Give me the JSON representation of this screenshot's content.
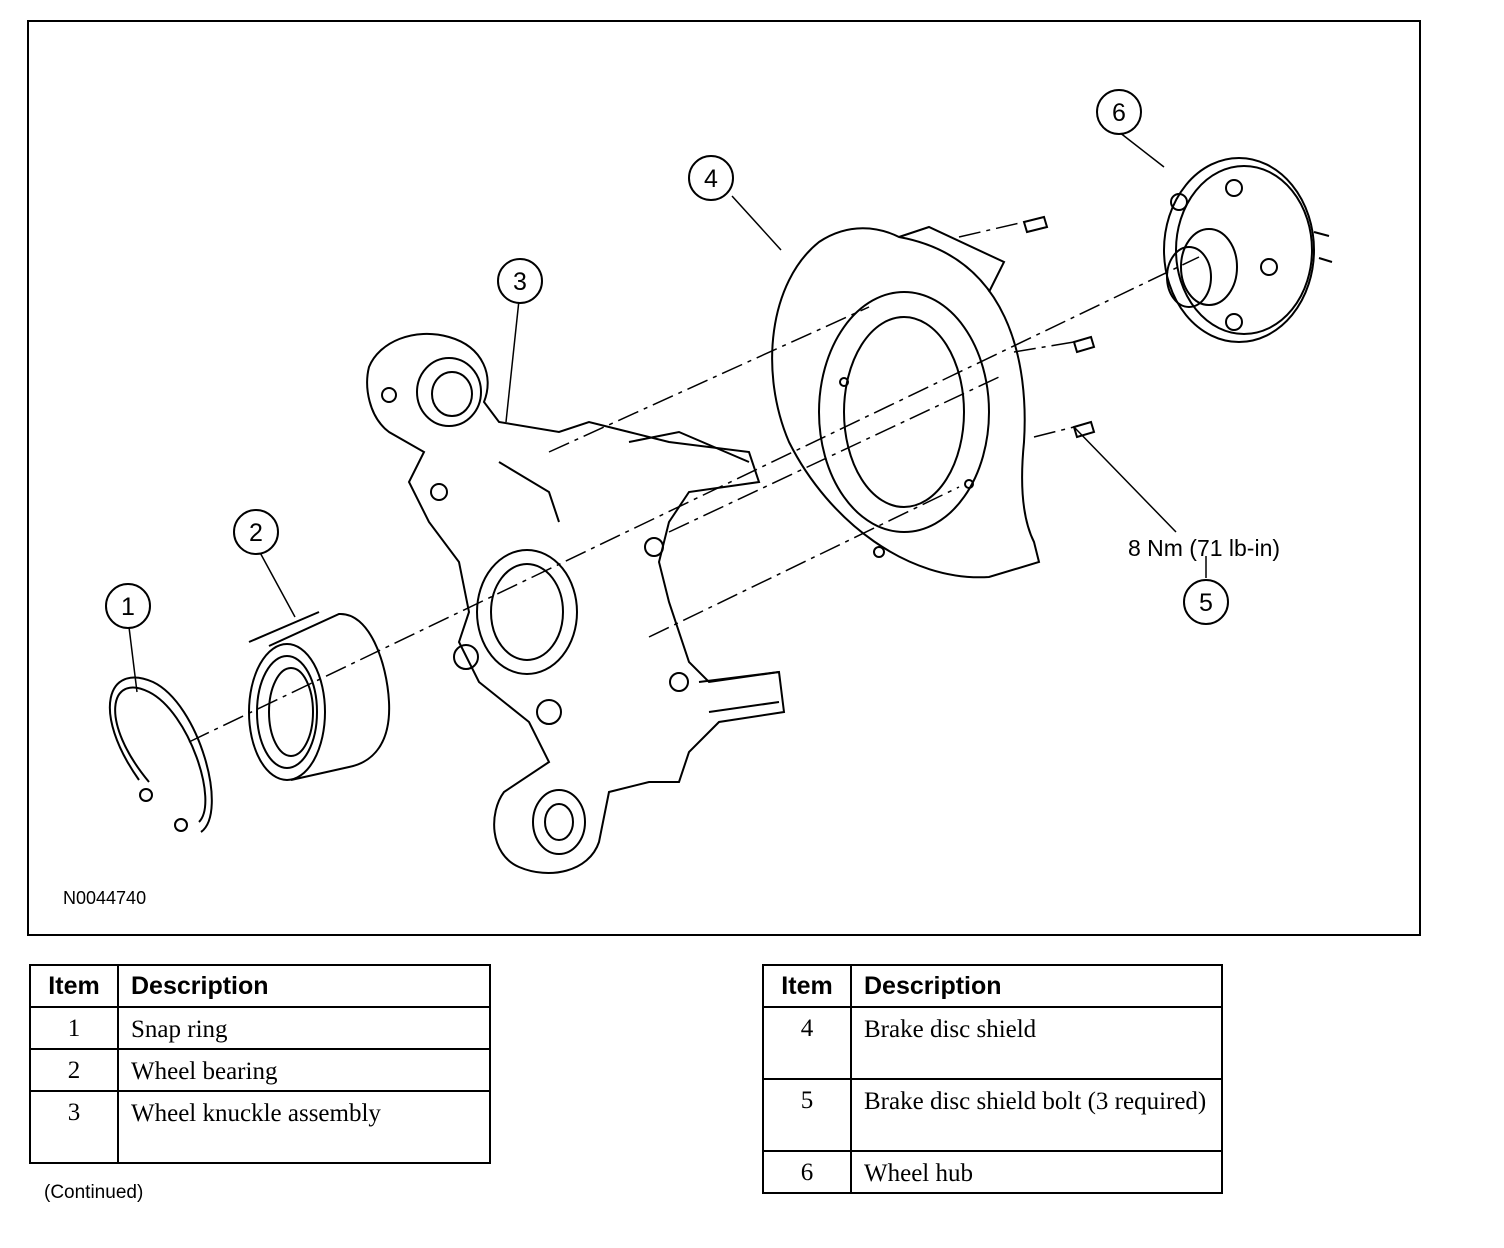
{
  "figure": {
    "id": "N0044740",
    "torque": "8 Nm (71 lb-in)",
    "callouts": [
      "1",
      "2",
      "3",
      "4",
      "5",
      "6"
    ]
  },
  "table_headers": {
    "item": "Item",
    "description": "Description"
  },
  "table_left": {
    "rows": [
      {
        "item": "1",
        "description": "Snap ring"
      },
      {
        "item": "2",
        "description": "Wheel bearing"
      },
      {
        "item": "3",
        "description": "Wheel knuckle assembly"
      }
    ]
  },
  "table_right": {
    "rows": [
      {
        "item": "4",
        "description": "Brake disc shield"
      },
      {
        "item": "5",
        "description": "Brake disc shield bolt (3 required)"
      },
      {
        "item": "6",
        "description": "Wheel hub"
      }
    ]
  },
  "footer": {
    "continued": "(Continued)"
  },
  "colors": {
    "ink": "#000000",
    "paper": "#ffffff"
  }
}
